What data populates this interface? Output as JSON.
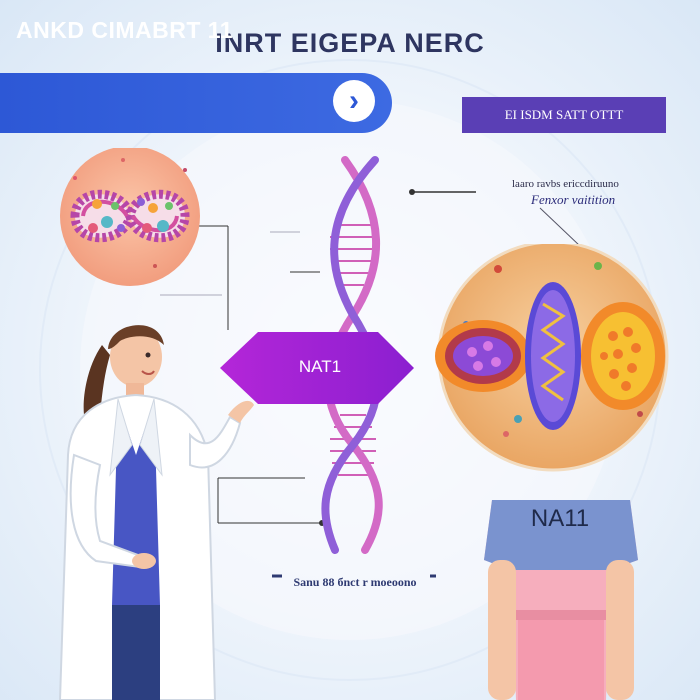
{
  "title": "INRT EIGEPA NERC",
  "banner": {
    "text": "ANKD CIMABRT 11",
    "arrow_icon": "chevron-right-icon"
  },
  "info_tag": {
    "text": "EI ISDM SATT OTTT"
  },
  "info_text": {
    "line1": "laaro ravbs ericcdiruuno",
    "line2": "Fenxor vaitition"
  },
  "nat_label": "NAT1",
  "caption": "Sanu 88 бnct r moeoono",
  "shirt_label": "NA11",
  "colors": {
    "banner": "#2d58d6",
    "tag": "#5a3fb5",
    "nat_hexagon": "#a421d6",
    "title": "#2e3560"
  }
}
